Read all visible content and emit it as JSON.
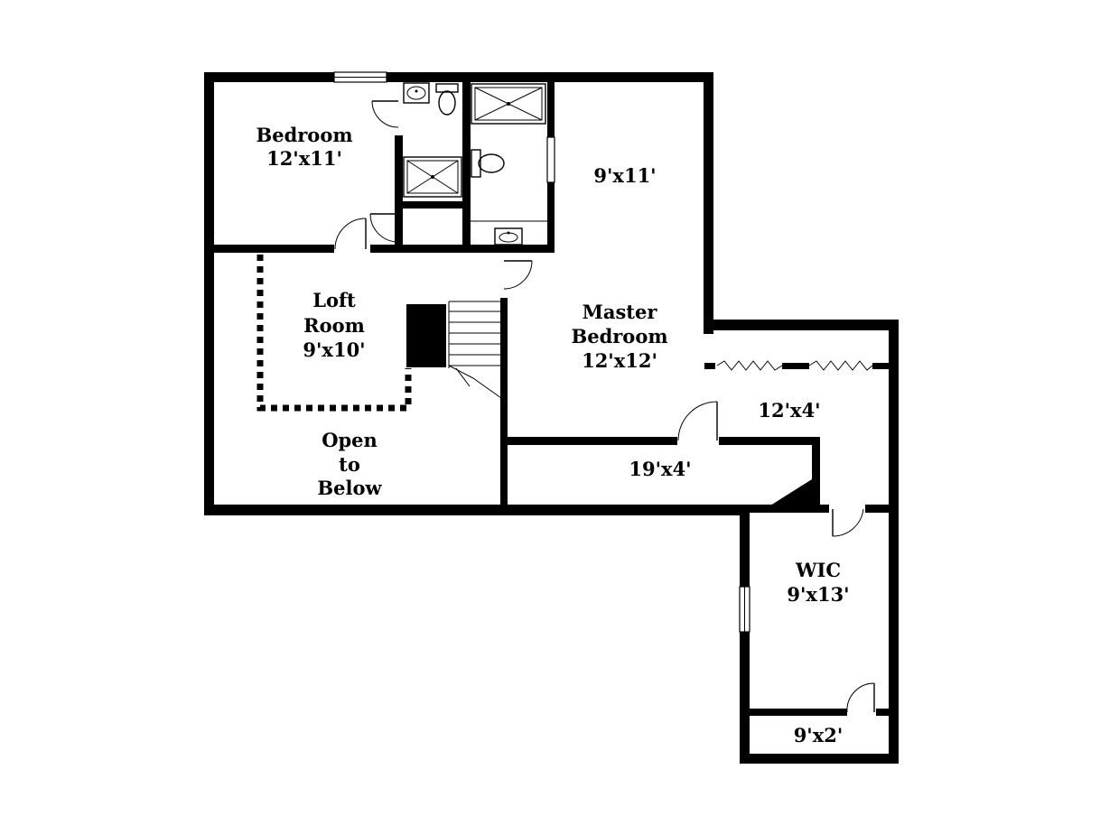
{
  "rooms": {
    "bedroom": {
      "name": "Bedroom",
      "size": "12'x11'"
    },
    "bath_nine_eleven": {
      "size": "9'x11'"
    },
    "loft": {
      "line1": "Loft",
      "line2": "Room",
      "size": "9'x10'"
    },
    "master": {
      "line1": "Master",
      "line2": "Bedroom",
      "size": "12'x12'"
    },
    "open_below": {
      "line1": "Open",
      "line2": "to",
      "line3": "Below"
    },
    "hall_twelve_four": {
      "size": "12'x4'"
    },
    "hall_nineteen_four": {
      "size": "19'x4'"
    },
    "wic": {
      "name": "WIC",
      "size": "9'x13'"
    },
    "closet_nine_two": {
      "size": "9'x2'"
    }
  },
  "colors": {
    "wall": "#000000",
    "background": "#ffffff"
  }
}
